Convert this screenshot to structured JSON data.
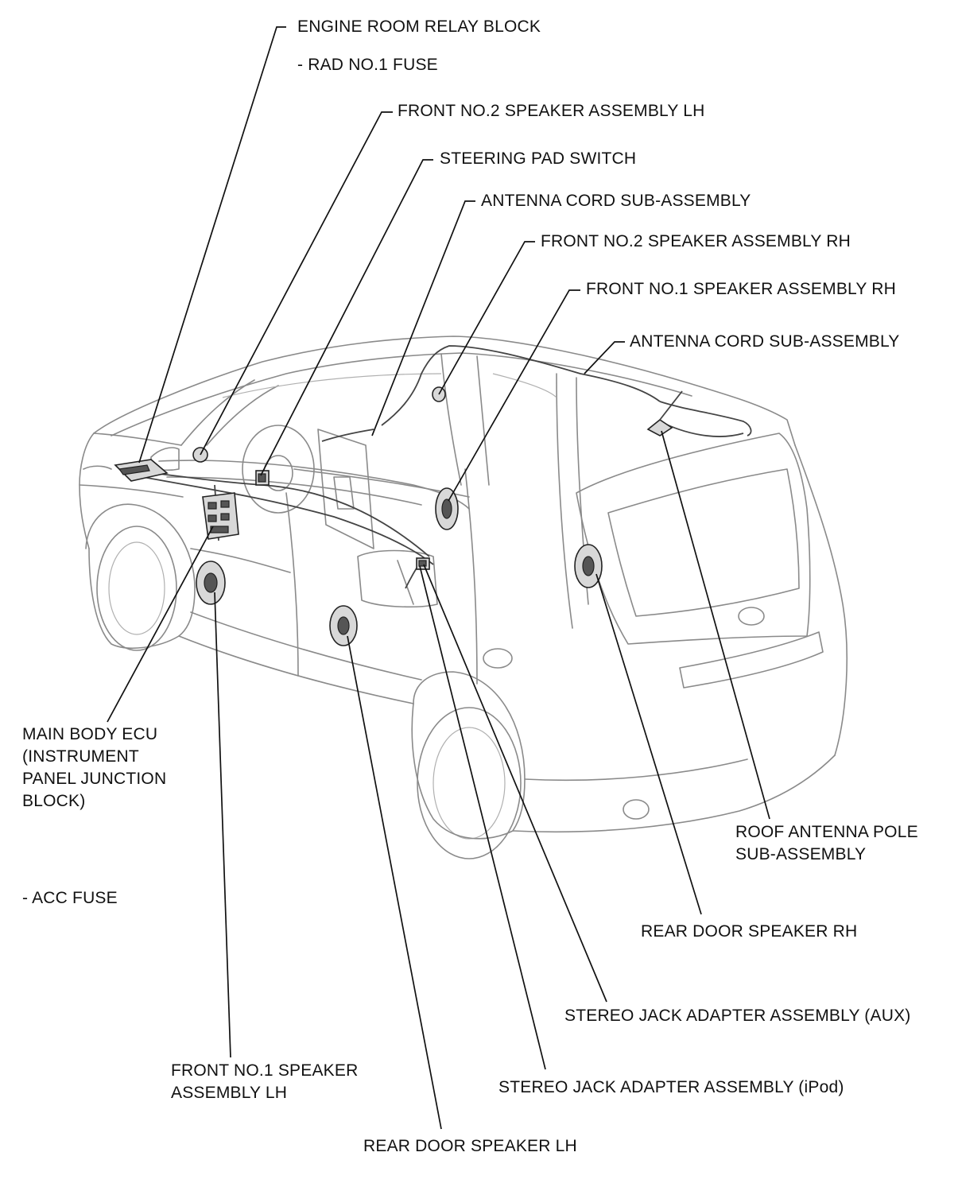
{
  "labels": {
    "engine_room_relay_block": "ENGINE ROOM RELAY BLOCK",
    "rad_no1_fuse": "- RAD NO.1 FUSE",
    "front_no2_speaker_lh": "FRONT NO.2 SPEAKER ASSEMBLY LH",
    "steering_pad_switch": "STEERING PAD SWITCH",
    "antenna_cord_1": "ANTENNA CORD SUB-ASSEMBLY",
    "front_no2_speaker_rh": "FRONT NO.2 SPEAKER ASSEMBLY RH",
    "front_no1_speaker_rh": "FRONT NO.1 SPEAKER ASSEMBLY RH",
    "antenna_cord_2": "ANTENNA CORD SUB-ASSEMBLY",
    "main_body_ecu": [
      "MAIN BODY ECU",
      "(INSTRUMENT",
      "PANEL JUNCTION",
      "BLOCK)"
    ],
    "acc_fuse": "- ACC FUSE",
    "roof_antenna_pole": [
      "ROOF ANTENNA POLE",
      "SUB-ASSEMBLY"
    ],
    "rear_door_speaker_rh": "REAR DOOR SPEAKER RH",
    "stereo_jack_aux": "STEREO JACK ADAPTER ASSEMBLY (AUX)",
    "front_no1_speaker_lh": [
      "FRONT NO.1 SPEAKER",
      "ASSEMBLY LH"
    ],
    "stereo_jack_ipod": "STEREO JACK ADAPTER ASSEMBLY (iPod)",
    "rear_door_speaker_lh": "REAR DOOR SPEAKER LH"
  }
}
